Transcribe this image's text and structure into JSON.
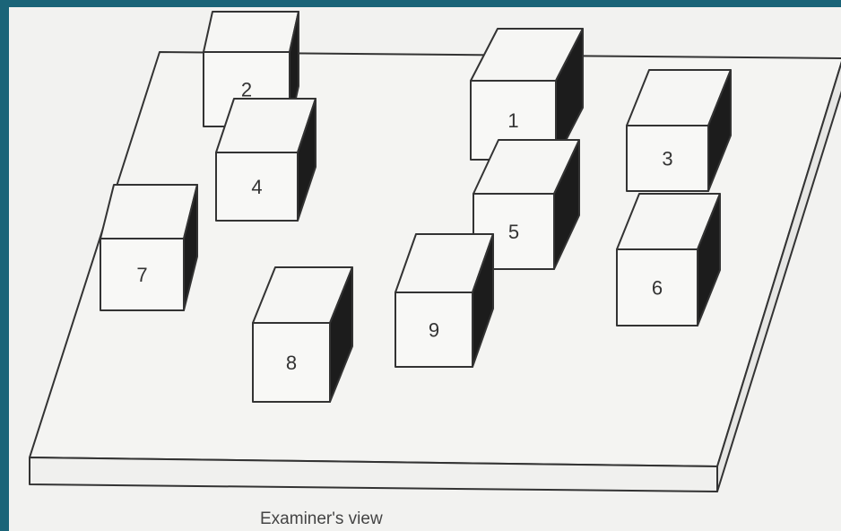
{
  "diagram": {
    "caption": "Examiner's view",
    "cubes": [
      {
        "label": "1"
      },
      {
        "label": "2"
      },
      {
        "label": "3"
      },
      {
        "label": "4"
      },
      {
        "label": "5"
      },
      {
        "label": "6"
      },
      {
        "label": "7"
      },
      {
        "label": "8"
      },
      {
        "label": "9"
      }
    ]
  },
  "colors": {
    "border": "#1a6478",
    "background": "#f2f2f0",
    "board": "#f4f4f2",
    "line": "#333333",
    "cube_side": "#1c1c1c",
    "cube_top": "#f6f6f4",
    "cube_front": "#f8f8f6"
  }
}
